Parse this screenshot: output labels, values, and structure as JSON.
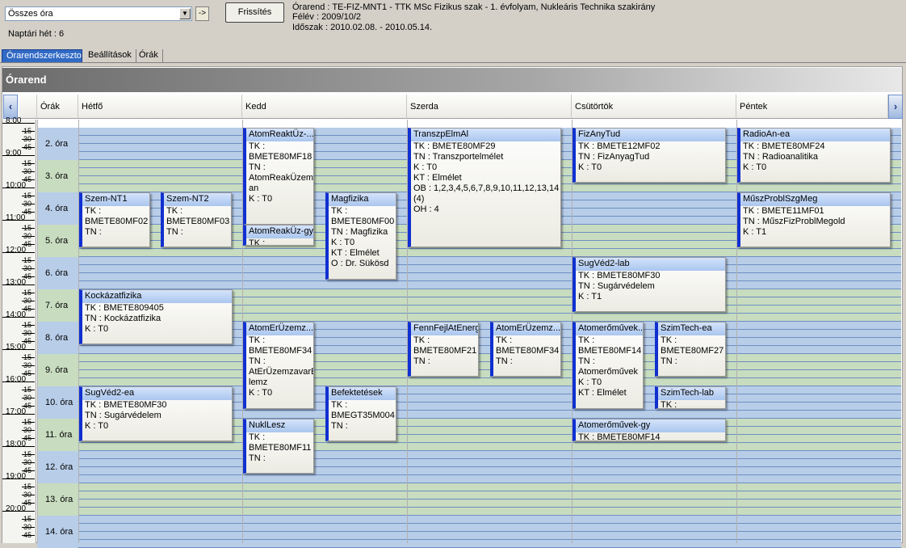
{
  "toolbar": {
    "combo_value": "Összes óra",
    "go_label": "->",
    "refresh_label": "Frissítés",
    "week_label": "Naptári hét : 6"
  },
  "header": {
    "line1": "Órarend : TE-FIZ-MNT1 - TTK MSc Fizikus szak - 1. évfolyam, Nukleáris Technika szakirány",
    "line2": "Félév : 2009/10/2",
    "line3": "Időszak : 2010.02.08. - 2010.05.14."
  },
  "tabs": [
    {
      "label": "Órarendszerkeszto"
    },
    {
      "label": "Beállítások"
    },
    {
      "label": "Órák"
    }
  ],
  "panel_title": "Órarend",
  "columns": {
    "orak": "Órák",
    "days": [
      "Hétfő",
      "Kedd",
      "Szerda",
      "Csütörtök",
      "Péntek"
    ]
  },
  "nav": {
    "prev": "‹",
    "next": "›"
  },
  "hours": [
    "8:00",
    "9:00",
    "10:00",
    "11:00",
    "12:00",
    "13:00",
    "14:00",
    "15:00",
    "16:00",
    "17:00",
    "18:00",
    "19:00",
    "20:00"
  ],
  "minutes": [
    "15",
    "30",
    "45"
  ],
  "rows": [
    "2. óra",
    "3. óra",
    "4. óra",
    "5. óra",
    "6. óra",
    "7. óra",
    "8. óra",
    "9. óra",
    "10. óra",
    "11. óra",
    "12. óra",
    "13. óra",
    "14. óra"
  ],
  "events": [
    {
      "title": "AtomReaktÜz-...",
      "lines": [
        "TK :",
        "BMETE80MF18",
        "TN :",
        "AtomReakÜzemt",
        "an",
        "K : T0"
      ]
    },
    {
      "title": "AtomReakÜz-gy",
      "lines": [
        "TK :"
      ]
    },
    {
      "title": "TranszpElmAl",
      "lines": [
        "TK : BMETE80MF29",
        "TN : Transzportelmélet",
        "K : T0",
        "KT : Elmélet",
        "OB : 1,2,3,4,5,6,7,8,9,10,11,12,13,14",
        "(4)",
        "OH : 4"
      ]
    },
    {
      "title": "FizAnyTud",
      "lines": [
        "TK : BMETE12MF02",
        "TN : FizAnyagTud",
        "K : T0"
      ]
    },
    {
      "title": "RadioAn-ea",
      "lines": [
        "TK : BMETE80MF24",
        "TN : Radioanalitika",
        "K : T0"
      ]
    },
    {
      "title": "Szem-NT1",
      "lines": [
        "TK :",
        "BMETE80MF02",
        "TN :"
      ]
    },
    {
      "title": "Szem-NT2",
      "lines": [
        "TK :",
        "BMETE80MF03",
        "TN :"
      ]
    },
    {
      "title": "Magfizika",
      "lines": [
        "TK :",
        "BMETE80MF00",
        "TN : Magfizika",
        "K : T0",
        "KT : Elmélet",
        "O :  Dr. Sükösd"
      ]
    },
    {
      "title": "MűszProblSzgMeg",
      "lines": [
        "TK : BMETE11MF01",
        "TN : MűszFizProblMegold",
        "K : T1"
      ]
    },
    {
      "title": "SugVéd2-lab",
      "lines": [
        "TK : BMETE80MF30",
        "TN : Sugárvédelem",
        "K : T1"
      ]
    },
    {
      "title": "Kockázatfizika",
      "lines": [
        "TK : BMETE809405",
        "TN : Kockázatfizika",
        "K : T0"
      ]
    },
    {
      "title": "AtomErÜzemz...",
      "lines": [
        "TK :",
        "BMETE80MF34",
        "TN :",
        "AtErÜzemzavarE",
        "lemz",
        "K : T0"
      ]
    },
    {
      "title": "FennFejlAtEnerg",
      "lines": [
        "TK :",
        "BMETE80MF21",
        "TN :"
      ]
    },
    {
      "title": "AtomErÜzemz...",
      "lines": [
        "TK :",
        "BMETE80MF34",
        "TN :"
      ]
    },
    {
      "title": "Atomerőművek...",
      "lines": [
        "TK :",
        "BMETE80MF14",
        "TN :",
        "Atomerőművek",
        "K : T0",
        "KT : Elmélet"
      ]
    },
    {
      "title": "SzimTech-ea",
      "lines": [
        "TK :",
        "BMETE80MF27",
        "TN :"
      ]
    },
    {
      "title": "SzimTech-lab",
      "lines": [
        "TK :"
      ]
    },
    {
      "title": "SugVéd2-ea",
      "lines": [
        "TK : BMETE80MF30",
        "TN : Sugárvédelem",
        "K : T0"
      ]
    },
    {
      "title": "Befektetések",
      "lines": [
        "TK :",
        "BMEGT35M004",
        "TN :"
      ]
    },
    {
      "title": "NuklLesz",
      "lines": [
        "TK :",
        "BMETE80MF11",
        "TN :"
      ]
    },
    {
      "title": "Atomerőművek-gy",
      "lines": [
        "TK :  BMETE80MF14"
      ]
    }
  ],
  "colors": {
    "lane_blue": "#b8cde8",
    "lane_green": "#c8dcc0",
    "accent": "#316ac5",
    "event_border": "#1030d0"
  }
}
